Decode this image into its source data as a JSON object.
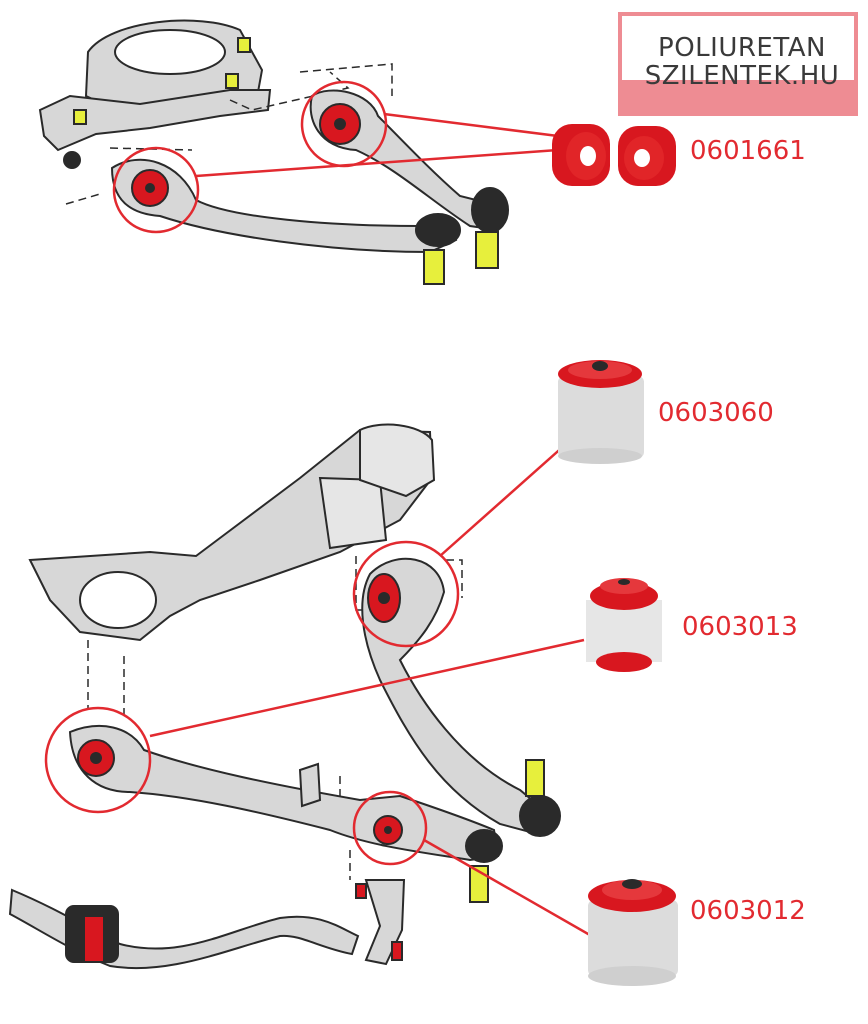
{
  "logo": {
    "line1": "POLIURETAN",
    "line2": "SZILENTEK.HU"
  },
  "colors": {
    "accent_red": "#e22a30",
    "bushing_red": "#d8171f",
    "metal_grey": "#d7d7d7",
    "outline": "#2a2a2a",
    "ball_joint_yellow": "#e7ef3c",
    "logo_pink": "#ee8c93"
  },
  "parts": [
    {
      "code": "0601661"
    },
    {
      "code": "0603060"
    },
    {
      "code": "0603013"
    },
    {
      "code": "0603012"
    }
  ]
}
